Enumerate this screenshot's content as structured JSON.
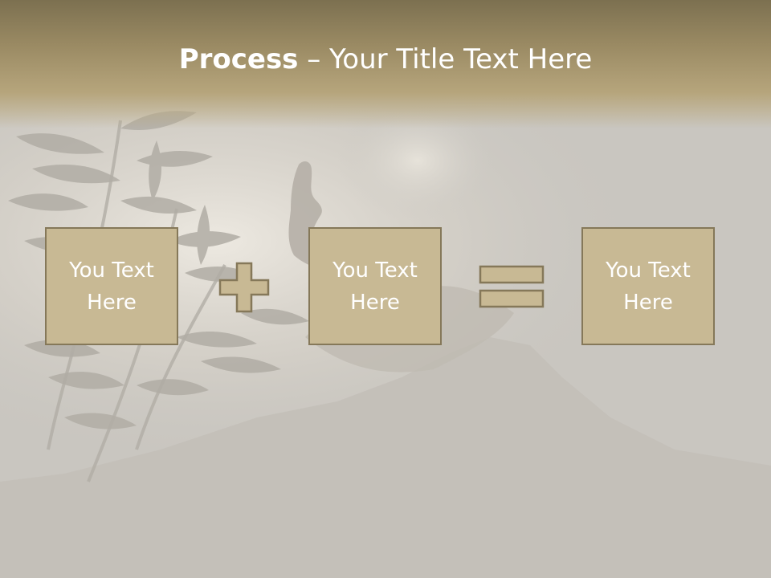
{
  "title": {
    "bold": "Process",
    "rest": " – Your Title Text Here"
  },
  "boxes": [
    {
      "line1": "You Text",
      "line2": "Here"
    },
    {
      "line1": "You Text",
      "line2": "Here"
    },
    {
      "line1": "You Text",
      "line2": "Here"
    }
  ],
  "operators": [
    "plus",
    "equals"
  ],
  "colors": {
    "header": "#9a8a63",
    "box_fill": "#c8b994",
    "box_border": "#857859",
    "background": "#cbc8c2",
    "text": "#ffffff"
  }
}
